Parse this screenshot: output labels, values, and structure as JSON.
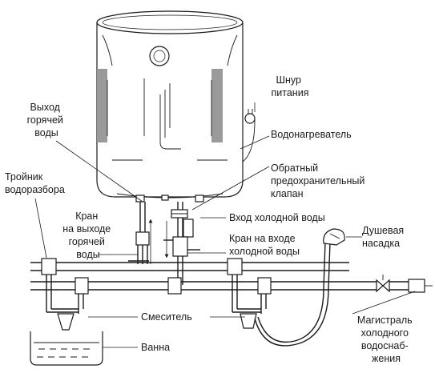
{
  "labels": {
    "hot_outlet": [
      "Выход",
      "горячей",
      "воды"
    ],
    "power_cord": [
      "Шнур",
      "питания"
    ],
    "water_heater": "Водонагреватель",
    "check_safety_valve": [
      "Обратный",
      "предохранительный",
      "клапан"
    ],
    "tee": [
      "Тройник",
      "водоразбора"
    ],
    "cold_inlet": "Вход холодной воды",
    "hot_tap": [
      "Кран",
      "на выходе",
      "горячей",
      "воды"
    ],
    "cold_tap": [
      "Кран на входе",
      "холодной воды"
    ],
    "shower_head": [
      "Душевая",
      "насадка"
    ],
    "mixer": "Смеситель",
    "bathtub": "Ванна",
    "main_line": [
      "Магистраль",
      "холодного",
      "водоснаб-",
      "жения"
    ]
  }
}
